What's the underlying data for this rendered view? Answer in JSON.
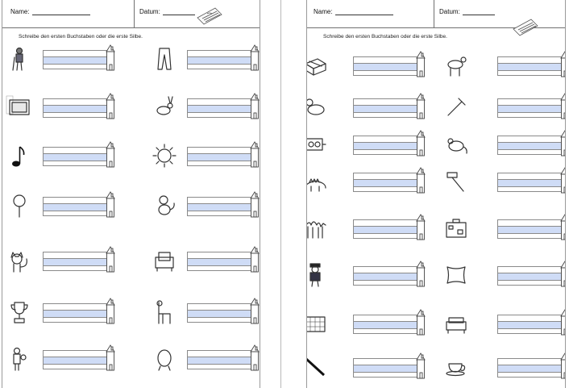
{
  "left_sheet": {
    "name_label": "Name:",
    "date_label": "Datum:",
    "instruction": "Schreibe den ersten Buchstaben oder die erste Silbe.",
    "pictures": [
      "old-man-icon",
      "trousers-icon",
      "picture-frame-icon",
      "rabbit-icon",
      "music-note-icon",
      "sun-icon",
      "magnifier-icon",
      "monkey-icon",
      "cat-icon",
      "armchair-icon",
      "trophy-icon",
      "llama-icon",
      "mother-child-icon",
      "egg-icon"
    ]
  },
  "right_sheet": {
    "name_label": "Name:",
    "date_label": "Datum:",
    "instruction": "Schreibe den ersten Buchstaben oder die erste Silbe.",
    "pictures": [
      "parcel-icon",
      "lamb-icon",
      "duck-icon",
      "nail-icon",
      "motor-icon",
      "mouse-icon",
      "dinosaur-icon",
      "hammer-icon",
      "camel-icon",
      "suitcase-icon",
      "boy-icon",
      "pillow-icon",
      "goal-icon",
      "sofa-icon",
      "pen-icon",
      "cup-icon"
    ]
  },
  "colors": {
    "band": "#cfdcf6",
    "border": "#8a8a8a"
  }
}
